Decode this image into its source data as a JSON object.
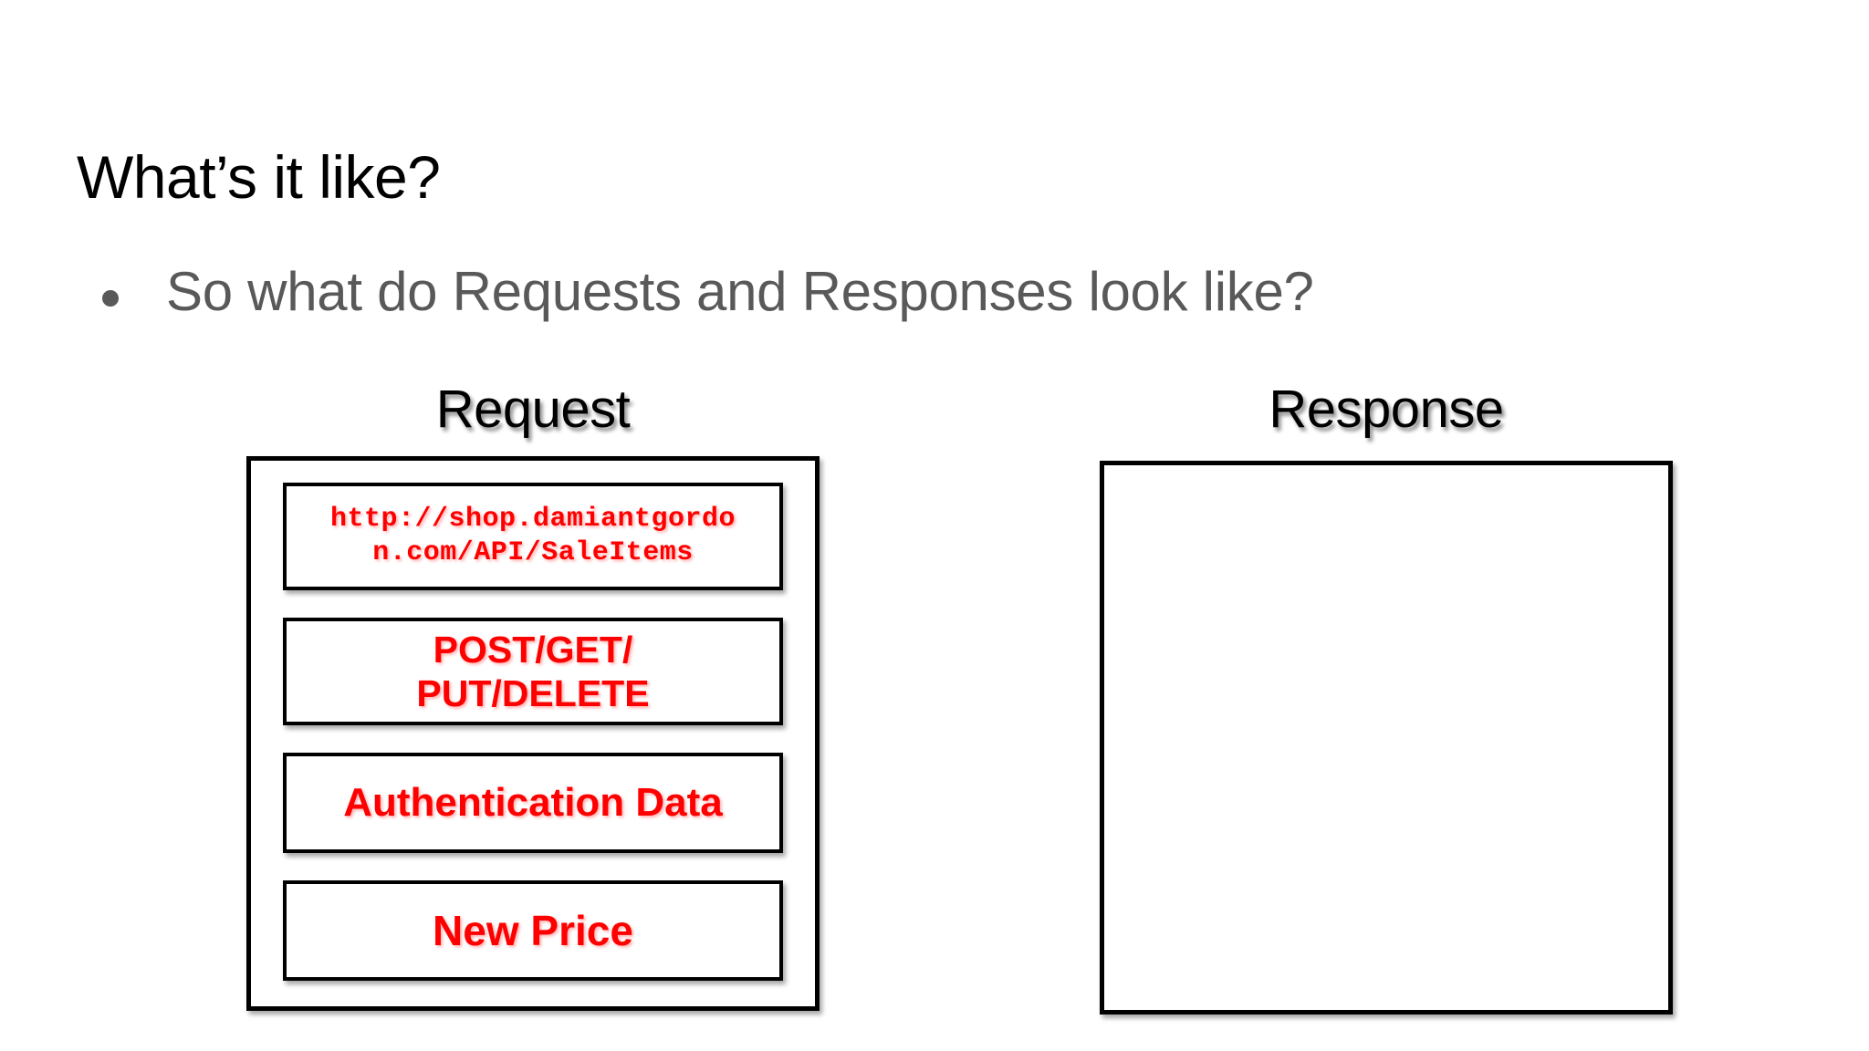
{
  "slide": {
    "title": "What’s it like?",
    "bullet": {
      "marker": "bullet-dot",
      "text": "So what do Requests and Responses look like?"
    }
  },
  "colors": {
    "title_text": "#000000",
    "body_text": "#595959",
    "accent_red": "#FF0000",
    "border": "#000000",
    "background": "#FFFFFF"
  },
  "diagram": {
    "request": {
      "heading": "Request",
      "items": [
        {
          "name": "endpoint-url",
          "line1": "http://shop.damiantgordo",
          "line2": "n.com/API/SaleItems",
          "full_text": "http://shop.damiantgordon.com/API/SaleItems",
          "style": "monospace"
        },
        {
          "name": "http-methods",
          "line1": "POST/GET/",
          "line2": "PUT/DELETE",
          "full_text": "POST/GET/PUT/DELETE",
          "style": "sans"
        },
        {
          "name": "authentication-data",
          "line1": "Authentication Data",
          "line2": "",
          "full_text": "Authentication Data",
          "style": "sans"
        },
        {
          "name": "new-price",
          "line1": "New Price",
          "line2": "",
          "full_text": "New Price",
          "style": "sans"
        }
      ]
    },
    "response": {
      "heading": "Response",
      "items": []
    }
  }
}
